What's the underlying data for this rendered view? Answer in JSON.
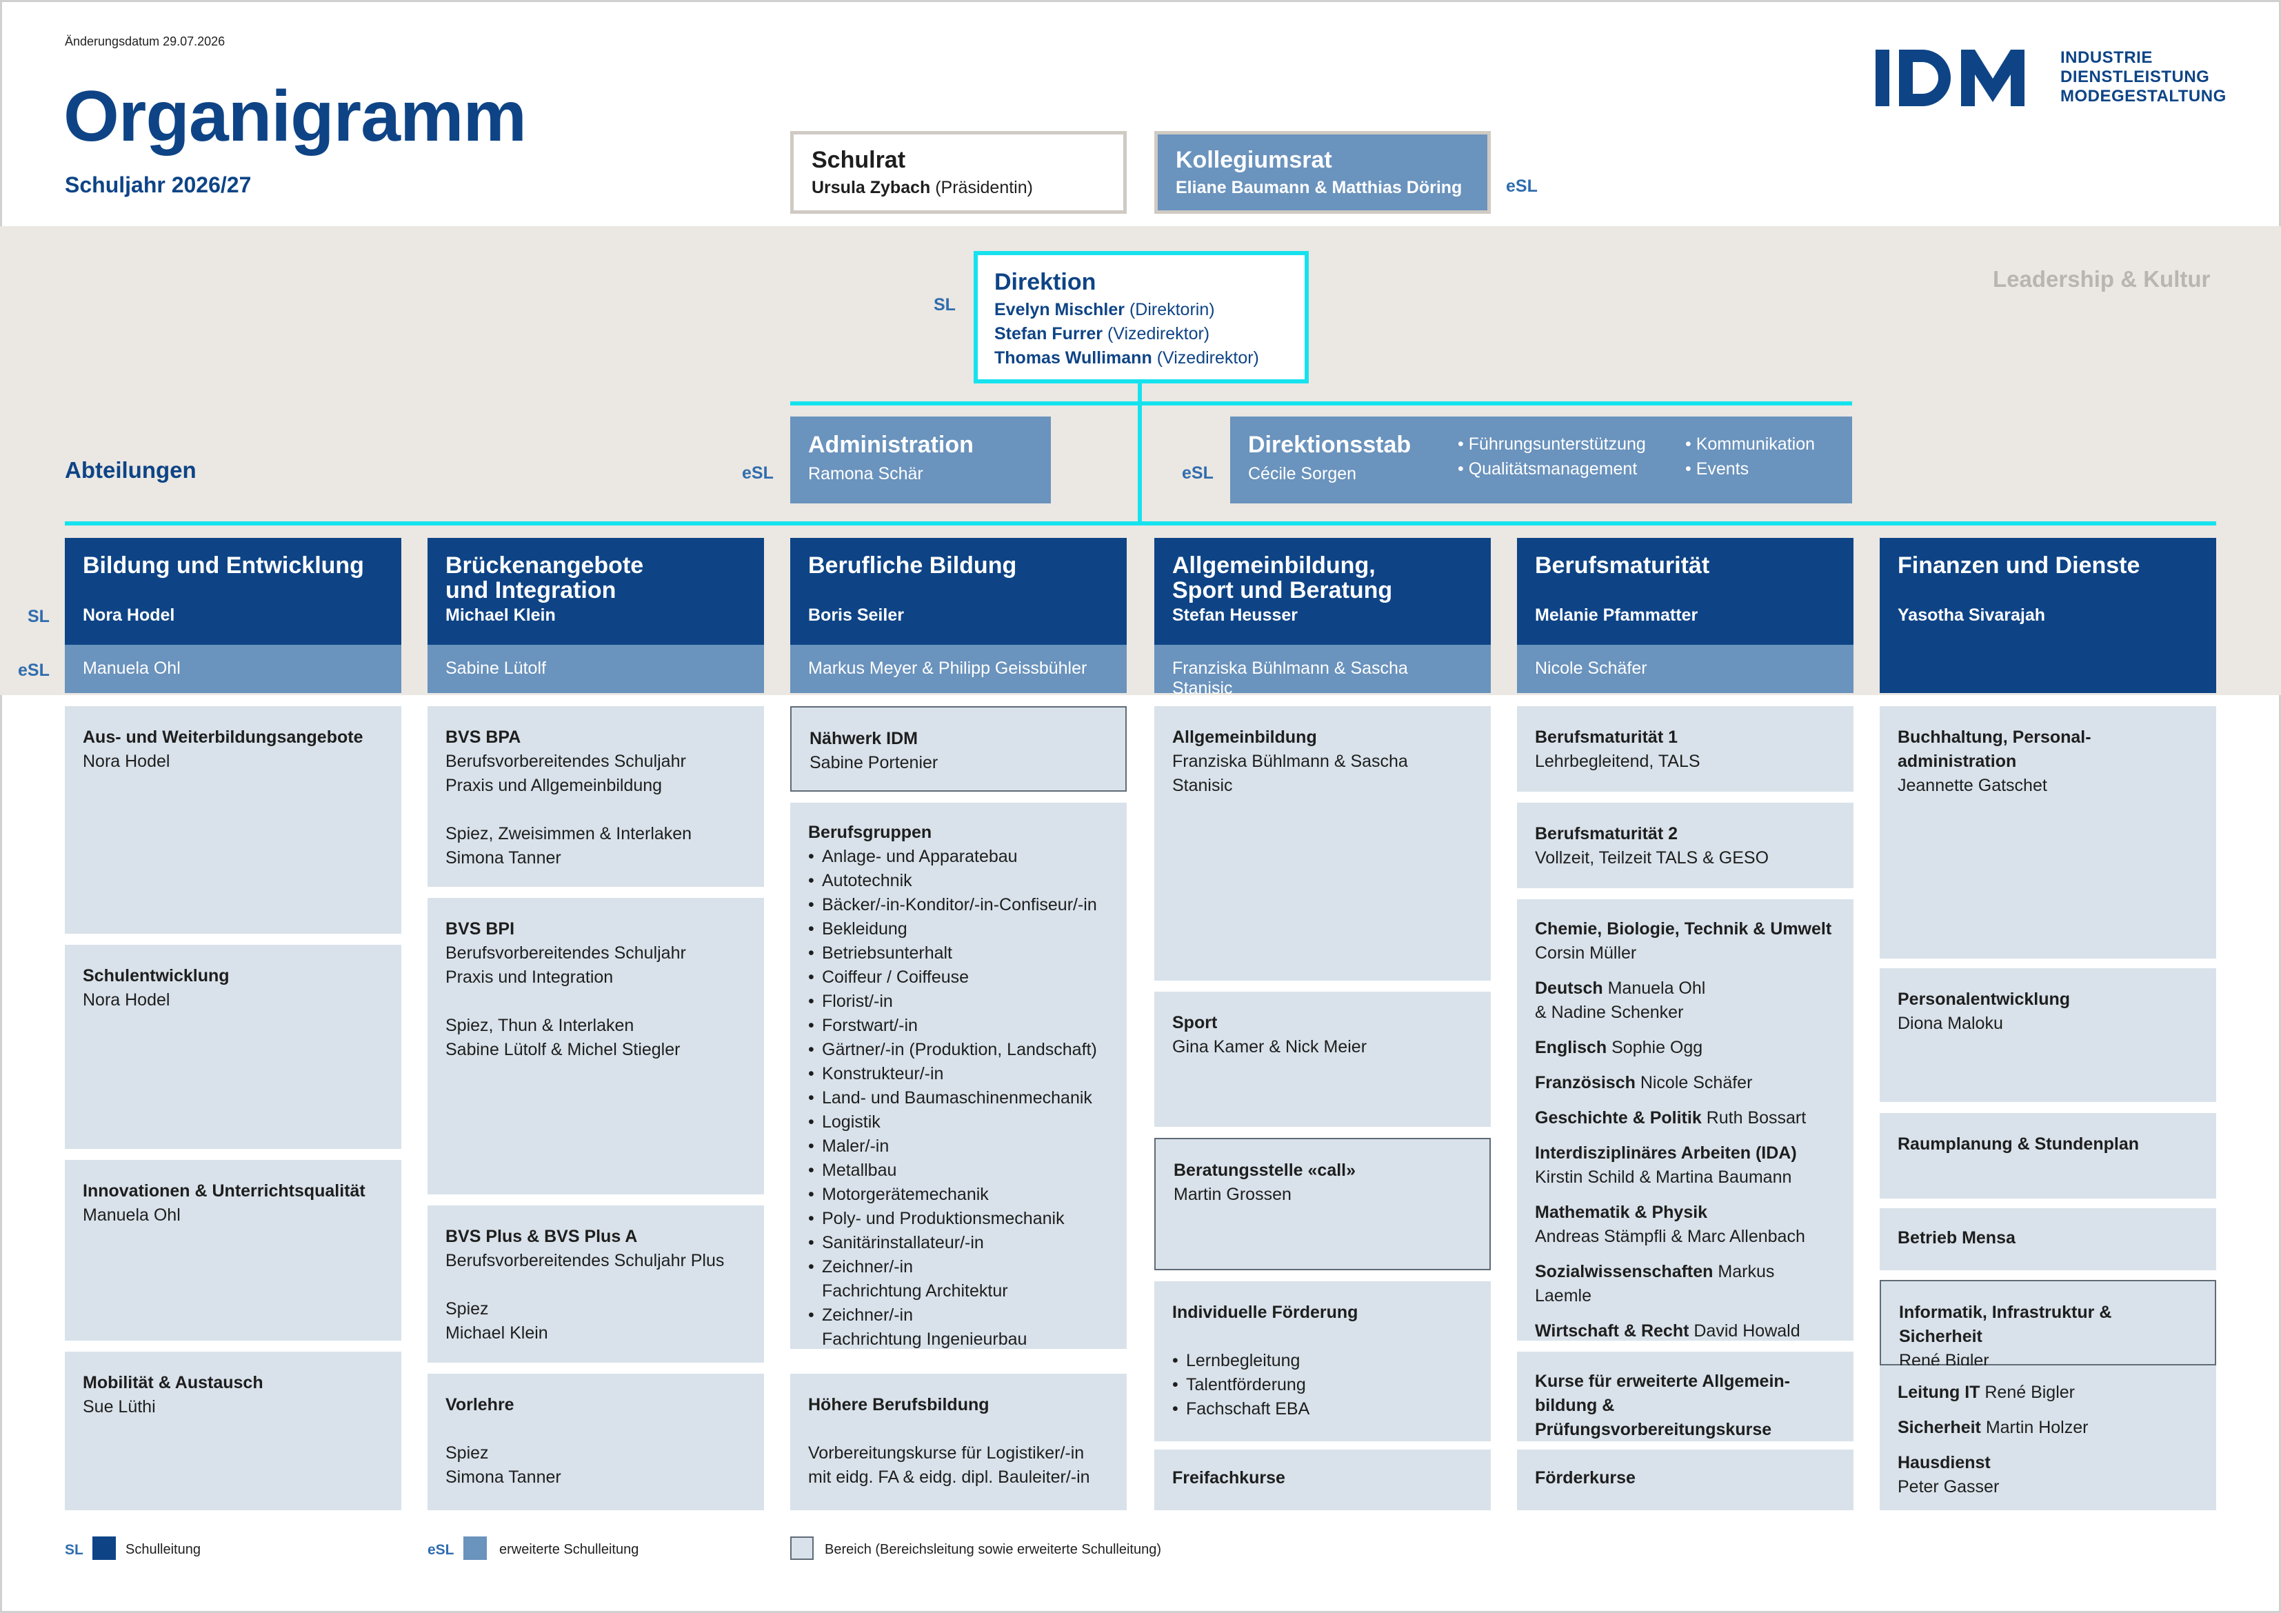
{
  "header": {
    "change_date": "Änderungsdatum 29.07.2026",
    "title": "Organigramm",
    "school_year": "Schuljahr 2026/27",
    "logo_letters": "IDM",
    "logo_line1": "INDUSTRIE",
    "logo_line2": "DIENSTLEISTUNG",
    "logo_line3": "MODEGESTALTUNG"
  },
  "governance": {
    "schulrat_title": "Schulrat",
    "schulrat_name": "Ursula Zybach",
    "schulrat_role": "(Präsidentin)",
    "kollegium_title": "Kollegiumsrat",
    "kollegium_names": "Eliane Baumann & Matthias Döring",
    "kollegium_tag": "eSL"
  },
  "direktion": {
    "tag": "SL",
    "title": "Direktion",
    "m1_name": "Evelyn Mischler",
    "m1_role": "(Direktorin)",
    "m2_name": "Stefan Furrer",
    "m2_role": "(Vizedirektor)",
    "m3_name": "Thomas Wullimann",
    "m3_role": "(Vizedirektor)"
  },
  "leadership_label": "Leadership & Kultur",
  "abteilungen_label": "Abteilungen",
  "administration": {
    "tag": "eSL",
    "title": "Administration",
    "person": "Ramona Schär"
  },
  "direktionsstab": {
    "tag": "eSL",
    "title": "Direktionsstab",
    "person": "Cécile Sorgen",
    "tasks_a": [
      "Führungsunterstützung",
      "Qualitätsmanagement"
    ],
    "tasks_b": [
      "Kommunikation",
      "Events"
    ]
  },
  "row_tags": {
    "sl": "SL",
    "esl": "eSL"
  },
  "departments": [
    {
      "title": "Bildung und Entwicklung",
      "head": "Nora Hodel",
      "esl": "Manuela Ohl",
      "cells": [
        {
          "title": "Aus- und Weiterbildungsangebote",
          "text": "Nora Hodel"
        },
        {
          "title": "Schulentwicklung",
          "text": "Nora Hodel"
        },
        {
          "title": "Innovationen & Unterrichtsqualität",
          "text": "Manuela Ohl"
        },
        {
          "title": "Mobilität & Austausch",
          "text": "Sue Lüthi"
        }
      ]
    },
    {
      "title_l1": "Brückenangebote",
      "title_l2": "und Integration",
      "head": "Michael Klein",
      "esl": "Sabine Lütolf",
      "cells": [
        {
          "title": "BVS BPA",
          "l1": "Berufsvorbereitendes Schuljahr",
          "l2": "Praxis und Allgemeinbildung",
          "l3": "Spiez, Zweisimmen & Interlaken",
          "l4": "Simona Tanner"
        },
        {
          "title": "BVS BPI",
          "l1": "Berufsvorbereitendes Schuljahr",
          "l2": "Praxis und Integration",
          "l3": "Spiez, Thun & Interlaken",
          "l4": "Sabine Lütolf & Michel Stiegler"
        },
        {
          "title": "BVS Plus & BVS Plus A",
          "l1": "Berufsvorbereitendes Schuljahr Plus",
          "l3": "Spiez",
          "l4": "Michael Klein"
        },
        {
          "title": "Vorlehre",
          "l3": "Spiez",
          "l4": "Simona Tanner"
        }
      ]
    },
    {
      "title": "Berufliche Bildung",
      "head": "Boris Seiler",
      "esl": "Markus Meyer & Philipp Geissbühler",
      "naehwerk_title": "Nähwerk IDM",
      "naehwerk_text": "Sabine Portenier",
      "groups_title": "Berufsgruppen",
      "groups": [
        "Anlage- und Apparatebau",
        "Autotechnik",
        "Bäcker/-in-Konditor/-in-Confiseur/-in",
        "Bekleidung",
        "Betriebsunterhalt",
        "Coiffeur / Coiffeuse",
        "Florist/-in",
        "Forstwart/-in",
        "Gärtner/-in (Produktion, Landschaft)",
        "Konstrukteur/-in",
        "Land- und Baumaschinenmechanik",
        "Logistik",
        "Maler/-in",
        "Metallbau",
        "Motorgerätemechanik",
        "Poly- und Produktionsmechanik",
        "Sanitärinstallateur/-in"
      ],
      "groups_z1a": "Zeichner/-in",
      "groups_z1b": "Fachrichtung Architektur",
      "groups_z2a": "Zeichner/-in",
      "groups_z2b": "Fachrichtung Ingenieurbau",
      "hbb_title": "Höhere Berufsbildung",
      "hbb_l1": "Vorbereitungskurse für Logistiker/-in",
      "hbb_l2": "mit eidg. FA & eidg. dipl. Bauleiter/-in"
    },
    {
      "title_l1": "Allgemeinbildung,",
      "title_l2": "Sport und Beratung",
      "head": "Stefan Heusser",
      "esl": "Franziska Bühlmann & Sascha Stanisic",
      "ab_title": "Allgemeinbildung",
      "ab_text": "Franziska Bühlmann & Sascha Stanisic",
      "sport_title": "Sport",
      "sport_text": "Gina Kamer & Nick Meier",
      "call_title": "Beratungsstelle «call»",
      "call_text": "Martin Grossen",
      "if_title": "Individuelle Förderung",
      "if_items": [
        "Lernbegleitung",
        "Talentförderung",
        "Fachschaft EBA"
      ],
      "frei_title": "Freifachkurse"
    },
    {
      "title": "Berufsmaturität",
      "head": "Melanie Pfammatter",
      "esl": "Nicole Schäfer",
      "bm1_title": "Berufsmaturität 1",
      "bm1_text": "Lehrbegleitend, TALS",
      "bm2_title": "Berufsmaturität 2",
      "bm2_text": "Vollzeit, Teilzeit TALS & GESO",
      "subjects": [
        {
          "b": "Chemie, Biologie, Technik & Umwelt",
          "t": "",
          "t2": "Corsin Müller"
        },
        {
          "b": "Deutsch",
          "t": " Manuela Ohl",
          "t2": "& Nadine Schenker"
        },
        {
          "b": "Englisch",
          "t": " Sophie Ogg",
          "t2": ""
        },
        {
          "b": "Französisch",
          "t": " Nicole Schäfer",
          "t2": ""
        },
        {
          "b": "Geschichte & Politik",
          "t": " Ruth Bossart",
          "t2": ""
        },
        {
          "b": "Interdisziplinäres Arbeiten (IDA)",
          "t": "",
          "t2": "Kirstin Schild & Martina Baumann"
        },
        {
          "b": "Mathematik & Physik",
          "t": "",
          "t2": "Andreas Stämpfli & Marc Allenbach"
        },
        {
          "b": "Sozialwissenschaften",
          "t": " Markus Laemle",
          "t2": ""
        },
        {
          "b": "Wirtschaft & Recht",
          "t": " David Howald",
          "t2": ""
        }
      ],
      "kurse_l1": "Kurse für erweiterte Allgemein-",
      "kurse_l2": "bildung & Prüfungsvorbereitungskurse",
      "foerder_title": "Förderkurse"
    },
    {
      "title": "Finanzen und Dienste",
      "head": "Yasotha Sivarajah",
      "buch_l1": "Buchhaltung, Personal-",
      "buch_l2": "administration",
      "buch_text": "Jeannette Gatschet",
      "pe_title": "Personalentwicklung",
      "pe_text": "Diona Maloku",
      "raum_title": "Raumplanung & Stundenplan",
      "mensa_title": "Betrieb Mensa",
      "it_title": "Informatik, Infrastruktur & Sicherheit",
      "it_text": "René Bigler",
      "leit_b": "Leitung IT",
      "leit_t": " René Bigler",
      "sich_b": "Sicherheit",
      "sich_t": " Martin Holzer",
      "haus_b": "Hausdienst",
      "haus_t": "Peter Gasser"
    }
  ],
  "legend": {
    "sl_tag": "SL",
    "sl_text": "Schulleitung",
    "esl_tag": "eSL",
    "esl_text": "erweiterte Schulleitung",
    "area_text": "Bereich (Bereichsleitung sowie erweiterte Schulleitung)"
  },
  "colors": {
    "navy": "#0e4486",
    "mid_blue": "#6a93bd",
    "light_blue": "#d9e2ea",
    "cyan": "#16e2ee",
    "band": "#ebe7e2"
  }
}
